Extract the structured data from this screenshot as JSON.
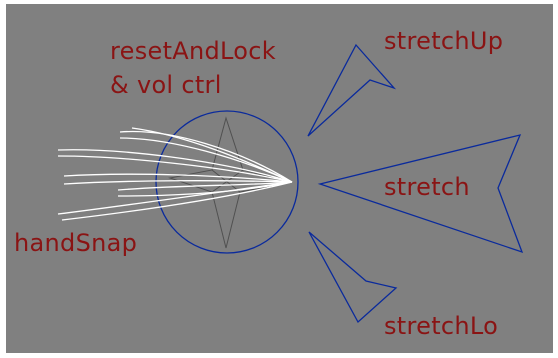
{
  "viewport": {
    "background_color": "#808080",
    "frame_color": "#ffffff",
    "label_color": "#8a1414",
    "control_color": "#0a2a9c",
    "hand_curve_color": "#ffffff",
    "joint_color": "#505050"
  },
  "controls": {
    "reset_lock": {
      "line1": "resetAndLock",
      "line2": "& vol ctrl"
    },
    "stretch_up": {
      "label": "stretchUp"
    },
    "stretch": {
      "label": "stretch"
    },
    "stretch_lo": {
      "label": "stretchLo"
    },
    "hand_snap": {
      "label": "handSnap"
    }
  }
}
